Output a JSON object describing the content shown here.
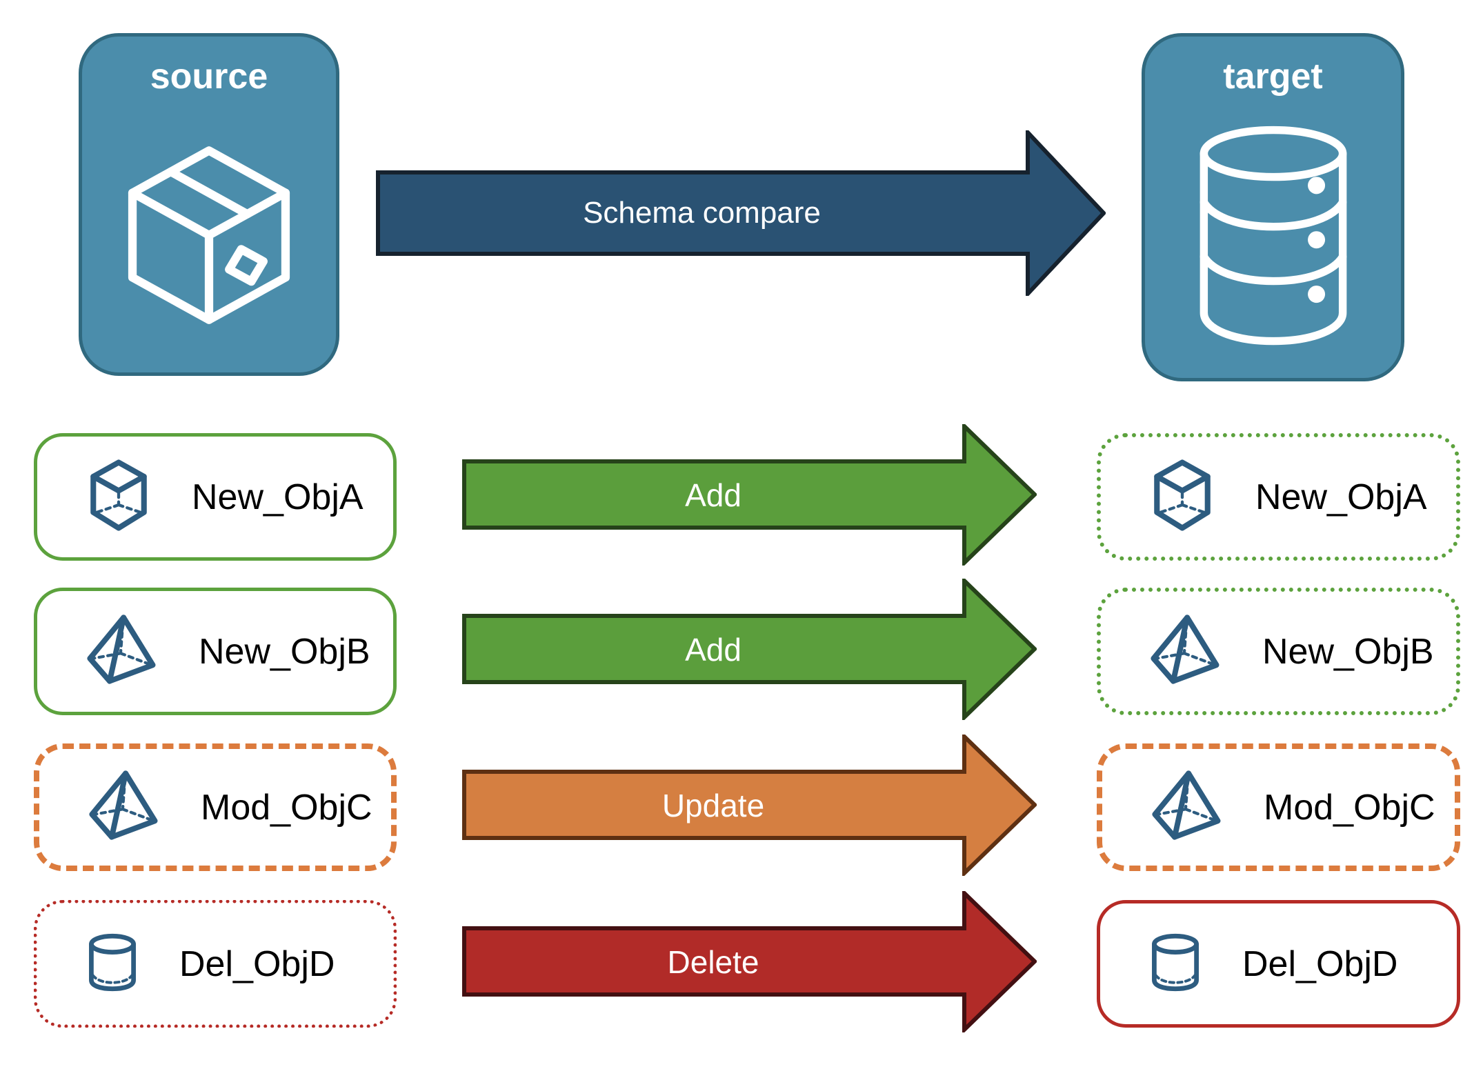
{
  "diagram": {
    "source": {
      "title": "source",
      "icon": "package-icon"
    },
    "target": {
      "title": "target",
      "icon": "database-icon"
    },
    "compare_arrow": {
      "label": "Schema compare",
      "fill": "#2a5273",
      "border": "#16222e",
      "text_color": "#ffffff"
    },
    "rows": [
      {
        "object": "New_ObjA",
        "icon": "cube-icon",
        "action": "Add",
        "action_fill": "#5b9e3c",
        "action_border": "#26431a",
        "source_box_border": "solid green",
        "target_box_border": "dotted green",
        "border_color": "#5ca23d"
      },
      {
        "object": "New_ObjB",
        "icon": "pyramid-icon",
        "action": "Add",
        "action_fill": "#5b9e3c",
        "action_border": "#26431a",
        "source_box_border": "solid green",
        "target_box_border": "dotted green",
        "border_color": "#5ca23d"
      },
      {
        "object": "Mod_ObjC",
        "icon": "pyramid-icon",
        "action": "Update",
        "action_fill": "#d57f41",
        "action_border": "#5e3012",
        "source_box_border": "dashed orange",
        "target_box_border": "dashed orange",
        "border_color": "#dc7b3d"
      },
      {
        "object": "Del_ObjD",
        "icon": "cylinder-icon",
        "action": "Delete",
        "action_fill": "#b12b28",
        "action_border": "#431012",
        "source_box_border": "dotted red",
        "target_box_border": "solid red",
        "border_color": "#b62b26"
      }
    ],
    "colors": {
      "endpoint_fill": "#4b8dab",
      "endpoint_border": "#30697f",
      "icon_blue": "#2d5c80",
      "label_text": "#000000"
    }
  }
}
